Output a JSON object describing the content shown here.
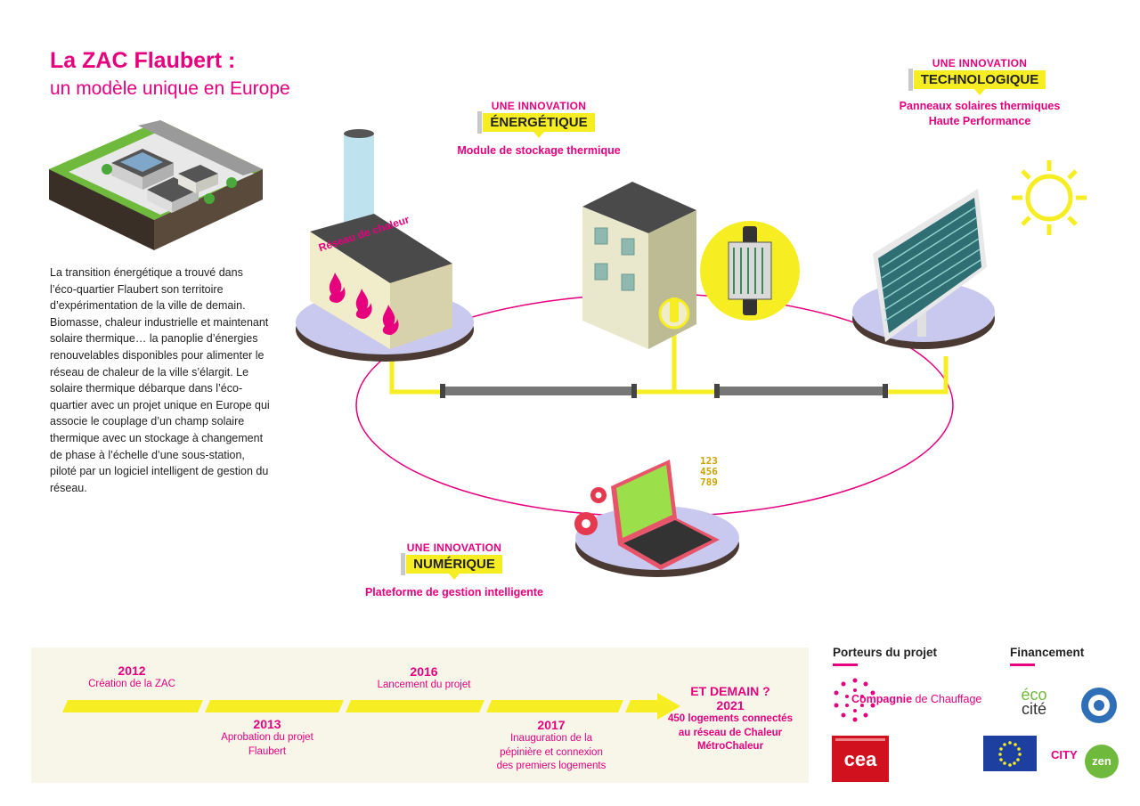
{
  "header": {
    "title": "La ZAC Flaubert :",
    "subtitle": "un modèle unique en Europe"
  },
  "intro_text": "La transition énergétique a trouvé dans l’éco-quartier Flaubert son territoire d’expérimentation de la ville de demain. Biomasse, chaleur industrielle et maintenant solaire thermique… la panoplie d’énergies renouvelables disponibles pour alimenter le réseau de chaleur de la ville s’élargit. Le solaire thermique débarque dans l’éco-quartier avec un projet unique en Europe qui associe le couplage d’un champ solaire thermique avec un stockage à changement de phase à l’échelle d’une sous-station, piloté par un logiciel intelligent de gestion du réseau.",
  "innovations": [
    {
      "kicker": "UNE INNOVATION",
      "tag": "ÉNERGÉTIQUE",
      "desc": "Module de stockage thermique"
    },
    {
      "kicker": "UNE INNOVATION",
      "tag": "TECHNOLOGIQUE",
      "desc_1": "Panneaux solaires thermiques",
      "desc_2": "Haute Performance"
    },
    {
      "kicker": "UNE INNOVATION",
      "tag": "NUMÉRIQUE",
      "desc": "Plateforme de gestion intelligente"
    }
  ],
  "factory_label": "Réseau de chaleur",
  "laptop_numbers": [
    "123",
    "456",
    "789"
  ],
  "timeline": [
    {
      "year": "2012",
      "text": "Création de la ZAC"
    },
    {
      "year": "2013",
      "text_1": "Aprobation du projet",
      "text_2": "Flaubert"
    },
    {
      "year": "2016",
      "text": "Lancement du projet"
    },
    {
      "year": "2017",
      "text_1": "Inauguration de la",
      "text_2": "pépinière et connexion",
      "text_3": "des premiers logements"
    },
    {
      "heading": "ET DEMAIN ?",
      "year": "2021",
      "text_1": "450 logements connectés",
      "text_2": "au  réseau de Chaleur",
      "text_3": "MétroChaleur"
    }
  ],
  "partners": {
    "heading": "Porteurs du projet",
    "cdc_name_bold": "Compagnie",
    "cdc_name_rest": " de Chauffage",
    "cea_text": "cea"
  },
  "funding": {
    "heading": "Financement",
    "ecocite_1": "éco",
    "ecocite_2": "cité",
    "cityzen_1": "CITY",
    "cityzen_2": "zen"
  },
  "colors": {
    "accent": "#e6007e",
    "yellow": "#f6ee22",
    "platform": "#c9c9ef",
    "pipe": "#777777",
    "red_logo": "#d1121e",
    "eu_blue": "#1d3fa0"
  },
  "icons": [
    "factory-icon",
    "flame-icon",
    "building-icon",
    "storage-module-icon",
    "solar-panel-icon",
    "sun-icon",
    "laptop-icon",
    "gear-icon",
    "city-block-illustration"
  ]
}
